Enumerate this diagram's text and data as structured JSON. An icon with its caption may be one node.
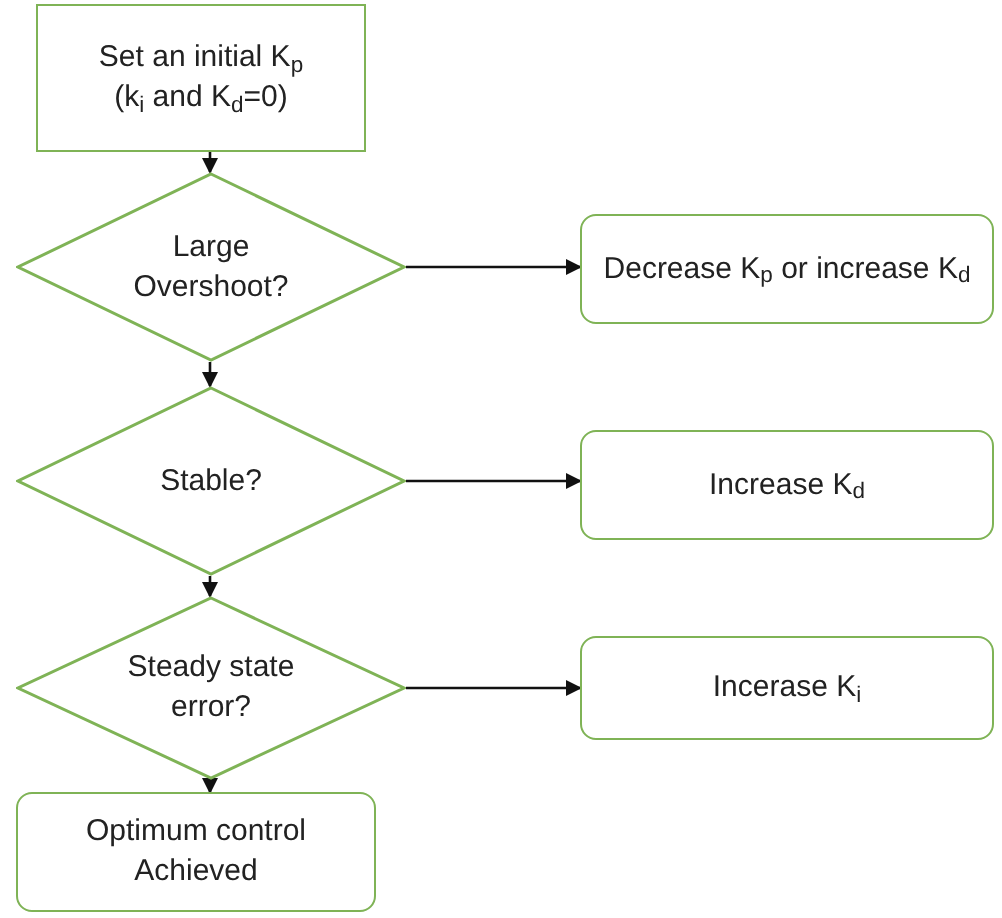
{
  "diagram": {
    "nodes": [
      {
        "text": [
          "Set an initial K$_{p}$",
          "(k$_{i}$ and K$_{d}$=0)"
        ]
      },
      {
        "text": [
          "Large Overshoot?"
        ]
      },
      {
        "text": [
          "Decrease K$_{p}$ or increase K$_{d}$"
        ]
      },
      {
        "text": [
          "Stable?"
        ]
      },
      {
        "text": [
          "Increase K$_{d}$"
        ]
      },
      {
        "text": [
          "Steady state error?"
        ]
      },
      {
        "text": [
          "Incerase K$_{i}$"
        ]
      },
      {
        "text": [
          "Optimum control Achieved"
        ]
      }
    ],
    "edges": [
      {
        "from": 0,
        "to": 1,
        "arrow": "to"
      },
      {
        "from": 1,
        "to": 2,
        "arrow": "to"
      },
      {
        "from": 1,
        "to": 3,
        "arrow": "to"
      },
      {
        "from": 3,
        "to": 4,
        "arrow": "to"
      },
      {
        "from": 3,
        "to": 5,
        "arrow": "to"
      },
      {
        "from": 5,
        "to": 6,
        "arrow": "to"
      },
      {
        "from": 5,
        "to": 7,
        "arrow": "to"
      }
    ]
  }
}
